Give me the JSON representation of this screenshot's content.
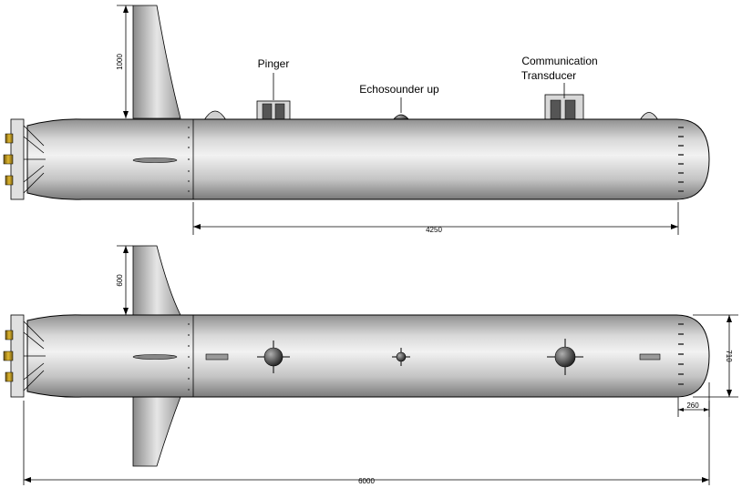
{
  "labels": {
    "pinger": "Pinger",
    "echosounder": "Echosounder up",
    "comm_line1": "Communication",
    "comm_line2": "Transducer"
  },
  "dimensions": {
    "top_fin_height": "1000",
    "hull_length": "4250",
    "plan_fin_span": "600",
    "diameter": "710",
    "nose_length": "260",
    "overall_length": "6000"
  },
  "colors": {
    "hull_light": "#e8e8e8",
    "hull_dark": "#8a8a8a",
    "prop_gold": "#c8a020",
    "outline": "#000000"
  }
}
